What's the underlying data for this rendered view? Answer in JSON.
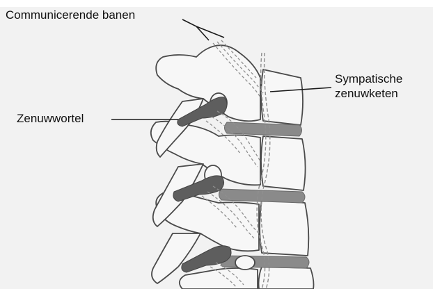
{
  "labels": {
    "communicating_paths": "Communicerende banen",
    "sympathetic_chain_line1": "Sympatische",
    "sympathetic_chain_line2": "zenuwketen",
    "nerve_root": "Zenuwwortel"
  },
  "colors": {
    "background": "#ffffff",
    "panel": "#f2f2f2",
    "bone_fill": "#f7f7f7",
    "bone_outline": "#4a4a4a",
    "disc": "#8a8a8a",
    "nerve_root": "#5e5e5e",
    "dashed_paths": "#8f8f8f",
    "text": "#111111"
  }
}
